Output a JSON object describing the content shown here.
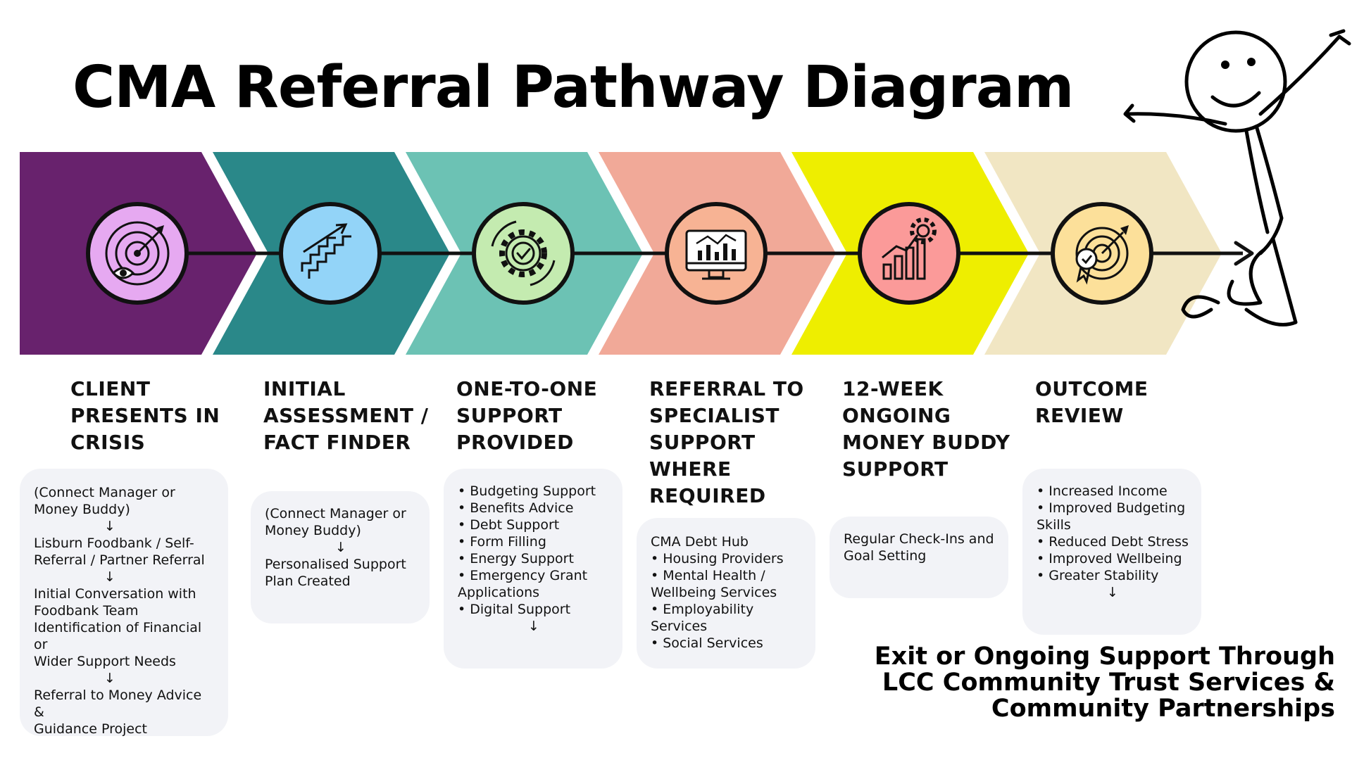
{
  "title": "CMA Referral Pathway Diagram",
  "colors": {
    "stage1": "#68226d",
    "stage2": "#2a8889",
    "stage3": "#6cc2b4",
    "stage4": "#f1a998",
    "stage5": "#eeee00",
    "stage6": "#f1e6c3",
    "icon1": "#e6a9f1",
    "icon2": "#93d4f8",
    "icon3": "#c4ebb0",
    "icon4": "#f7b394",
    "icon5": "#fb9a99",
    "icon6": "#fce09a",
    "box": "#f2f3f7"
  },
  "stages": [
    {
      "title": [
        "CLIENT",
        "PRESENTS IN",
        "CRISIS"
      ],
      "icon": "target-eye-icon",
      "box": [
        "(Connect Manager or",
        "Money Buddy)",
        "↓",
        "Lisburn Foodbank / Self-",
        "Referral / Partner Referral",
        "↓",
        "Initial Conversation with",
        "Foodbank Team",
        "Identification of Financial or",
        "Wider Support Needs",
        "↓",
        "Referral to Money Advice &",
        "Guidance Project"
      ]
    },
    {
      "title": [
        "INITIAL",
        "ASSESSMENT /",
        "FACT FINDER"
      ],
      "icon": "stairs-arrow-icon",
      "box": [
        "(Connect Manager or",
        "Money Buddy)",
        "↓",
        "Personalised Support",
        "Plan Created"
      ]
    },
    {
      "title": [
        "ONE-TO-ONE",
        "SUPPORT",
        "PROVIDED"
      ],
      "icon": "gear-check-icon",
      "box": [
        "• Budgeting Support",
        "• Benefits Advice",
        "• Debt Support",
        "• Form Filling",
        "• Energy Support",
        "• Emergency Grant",
        "Applications",
        "• Digital Support",
        "↓"
      ]
    },
    {
      "title": [
        "REFERRAL TO",
        "SPECIALIST",
        "SUPPORT",
        "WHERE",
        "REQUIRED"
      ],
      "icon": "monitor-chart-icon",
      "box": [
        "CMA Debt Hub",
        "• Housing Providers",
        "• Mental Health /",
        "Wellbeing Services",
        "• Employability Services",
        "• Social Services"
      ]
    },
    {
      "title": [
        "12-WEEK",
        "ONGOING",
        "MONEY BUDDY",
        "SUPPORT"
      ],
      "icon": "growth-chart-gear-icon",
      "box": [
        "Regular Check-Ins and",
        "Goal Setting"
      ]
    },
    {
      "title": [
        "OUTCOME",
        "REVIEW"
      ],
      "icon": "target-award-icon",
      "box": [
        "• Increased Income",
        "• Improved Budgeting",
        "Skills",
        "• Reduced Debt Stress",
        "• Improved Wellbeing",
        "• Greater Stability",
        "↓"
      ]
    }
  ],
  "outro": [
    "Exit or Ongoing Support Through",
    "LCC Community Trust Services &",
    "Community Partnerships"
  ]
}
